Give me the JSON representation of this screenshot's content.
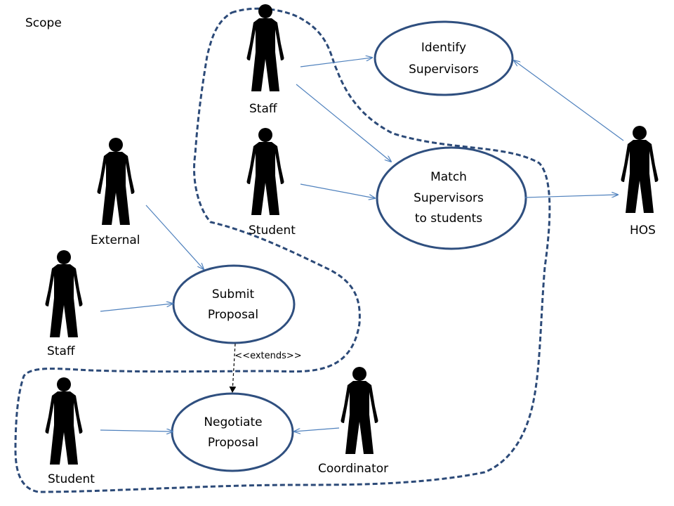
{
  "scope_label": "Scope",
  "actors": {
    "staff_top": "Staff",
    "student_mid": "Student",
    "external": "External",
    "staff_left": "Staff",
    "student_bottom": "Student",
    "coordinator": "Coordinator",
    "hos": "HOS"
  },
  "use_cases": {
    "identify": [
      "Identify",
      "Supervisors"
    ],
    "match": [
      "Match",
      "Supervisors",
      "to students"
    ],
    "submit": [
      "Submit",
      "Proposal"
    ],
    "negotiate": [
      "Negotiate",
      "Proposal"
    ]
  },
  "extends_label": "<<extends>>",
  "colors": {
    "association": "#4f81bd",
    "ellipse_stroke": "#2f4f7f",
    "scope_stroke": "#2c4a78"
  }
}
